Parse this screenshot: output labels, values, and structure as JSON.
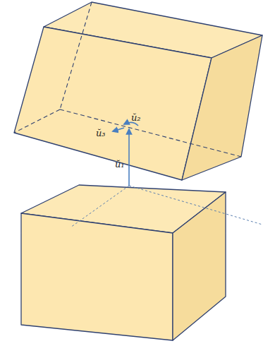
{
  "diagram": {
    "labels": [
      "ŭ₃",
      "ŭ₂",
      "ŭ₁"
    ]
  }
}
